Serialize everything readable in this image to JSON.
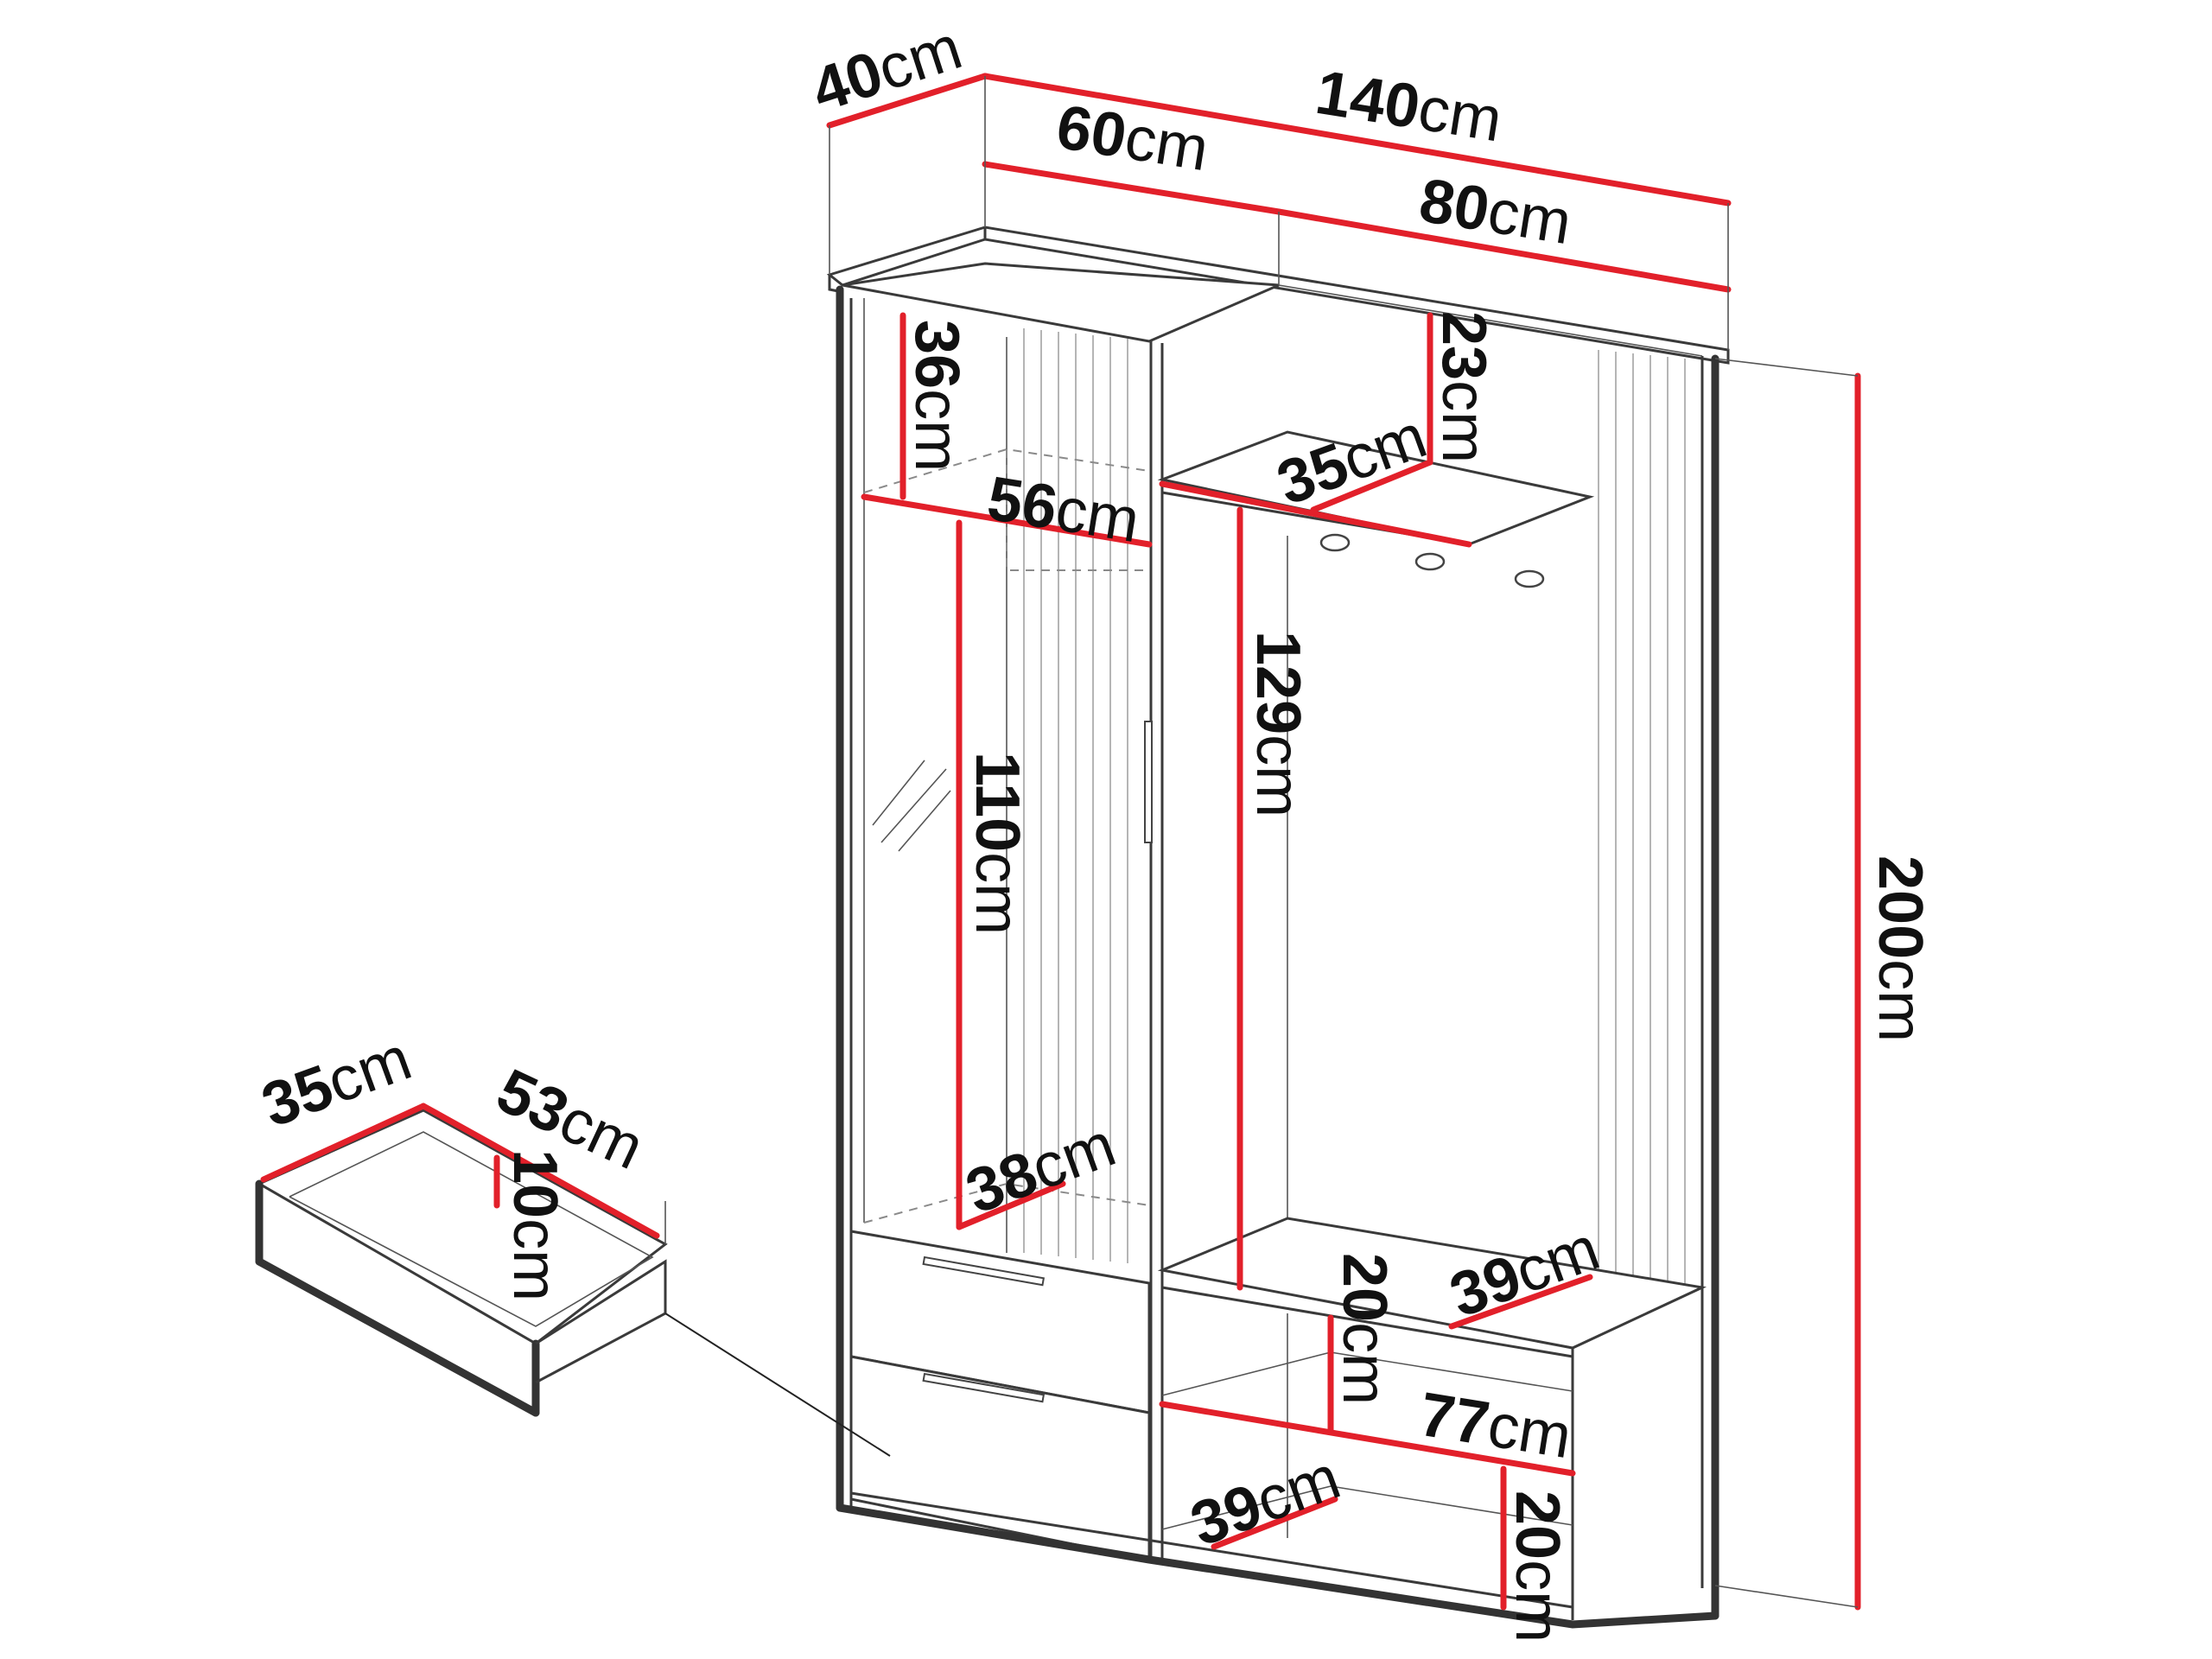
{
  "dimensions": {
    "depth_top": {
      "value": "40",
      "unit": "cm"
    },
    "total_width": {
      "value": "140",
      "unit": "cm"
    },
    "left_width": {
      "value": "60",
      "unit": "cm"
    },
    "right_width": {
      "value": "80",
      "unit": "cm"
    },
    "total_height": {
      "value": "200",
      "unit": "cm"
    },
    "top_compartment_height": {
      "value": "36",
      "unit": "cm"
    },
    "left_shelf_width": {
      "value": "56",
      "unit": "cm"
    },
    "mirror_section_height": {
      "value": "110",
      "unit": "cm"
    },
    "inner_depth_left": {
      "value": "38",
      "unit": "cm"
    },
    "top_shelf_gap": {
      "value": "23",
      "unit": "cm"
    },
    "hat_shelf_depth": {
      "value": "35",
      "unit": "cm"
    },
    "hanging_height": {
      "value": "129",
      "unit": "cm"
    },
    "bench_depth": {
      "value": "39",
      "unit": "cm"
    },
    "bench_upper_height": {
      "value": "20",
      "unit": "cm"
    },
    "bench_width": {
      "value": "77",
      "unit": "cm"
    },
    "bench_lower_depth": {
      "value": "39",
      "unit": "cm"
    },
    "bench_lower_height": {
      "value": "20",
      "unit": "cm"
    },
    "drawer_depth": {
      "value": "35",
      "unit": "cm"
    },
    "drawer_width": {
      "value": "53",
      "unit": "cm"
    },
    "drawer_height": {
      "value": "10",
      "unit": "cm"
    }
  },
  "colors": {
    "dimension_line": "#e2202a",
    "outline": "#3a3a3a"
  }
}
